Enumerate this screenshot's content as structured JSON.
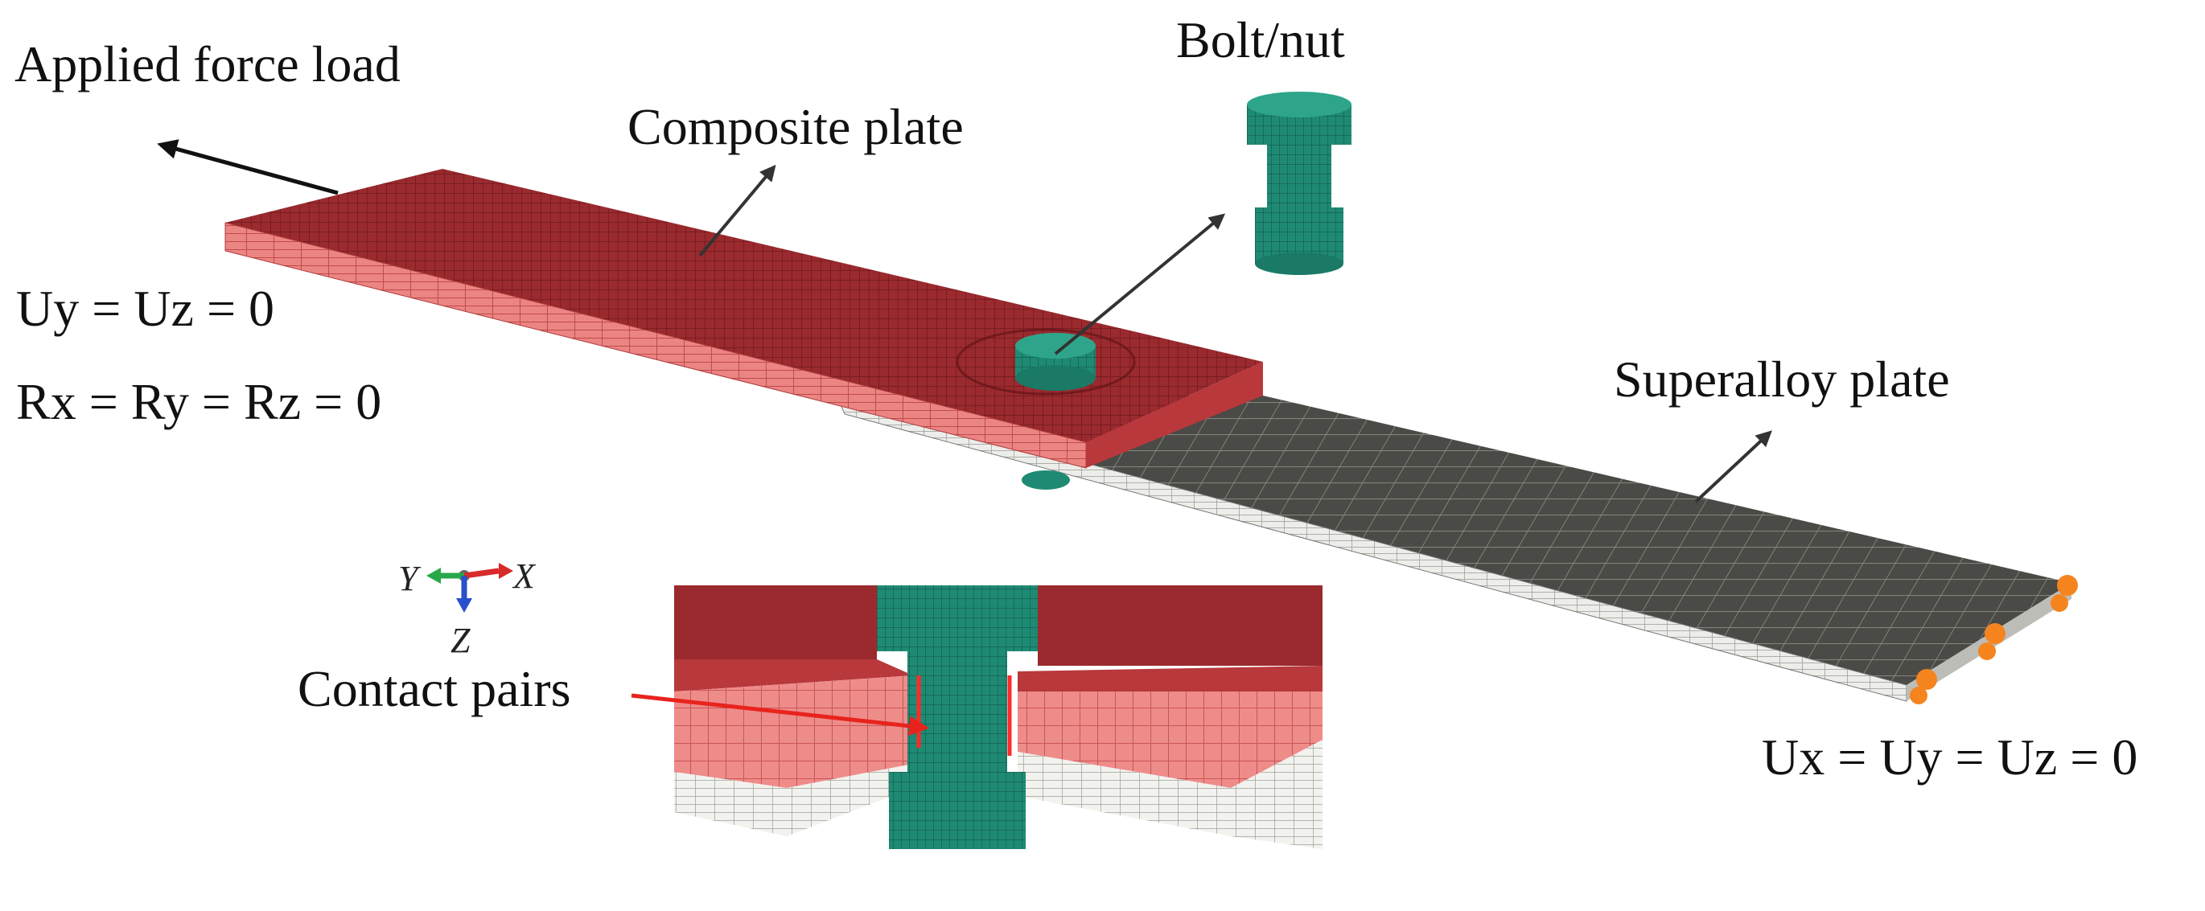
{
  "labels": {
    "applied_force": "Applied force load",
    "composite_plate": "Composite plate",
    "bolt_nut": "Bolt/nut",
    "left_bc_1": "Uy = Uz = 0",
    "left_bc_2": "Rx = Ry = Rz = 0",
    "superalloy_plate": "Superalloy plate",
    "contact_pairs": "Contact pairs",
    "right_bc": "Ux = Uy = Uz = 0"
  },
  "axis_triad": {
    "x": "X",
    "y": "Y",
    "z": "Z"
  },
  "colors": {
    "composite": "#9a2a2e",
    "composite_side": "#e77a78",
    "superalloy": "#4a4a46",
    "superalloy_side": "#e6e6e2",
    "bolt": "#1f8a74",
    "constraint": "#f5841f",
    "contact_arrow": "#e8231d"
  }
}
